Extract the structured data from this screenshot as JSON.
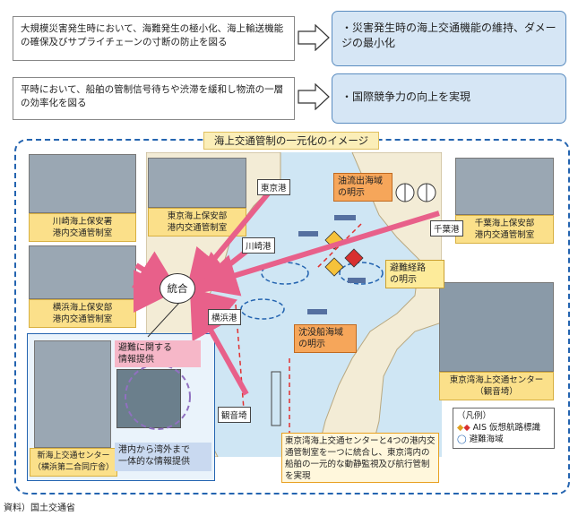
{
  "top": {
    "row1_left": "大規模災害発生時において、海難発生の極小化、海上輸送機能の確保及びサプライチェーンの寸断の防止を図る",
    "row1_right": "・災害発生時の海上交通機能の維持、ダメージの最小化",
    "row2_left": "平時において、船舶の管制信号待ちや渋滞を緩和し物流の一層の効率化を図る",
    "row2_right": "・国際競争力の向上を実現"
  },
  "panel_title": "海上交通管制の一元化のイメージ",
  "photos": {
    "kawasaki": "川崎海上保安署\n港内交通管制室",
    "yokohama": "横浜海上保安部\n港内交通管制室",
    "tokyo": "東京海上保安部\n港内交通管制室",
    "chiba": "千葉海上保安部\n港内交通管制室",
    "center": "東京湾海上交通センター\n（観音埼）",
    "shin": "新海上交通センター\n（横浜第二合同庁舎）"
  },
  "map_labels": {
    "tokyo_port": "東京港",
    "kawasaki_port": "川崎港",
    "yokohama_port": "横浜港",
    "chiba_port": "千葉港",
    "kannonzaki": "観音埼",
    "togo": "統合"
  },
  "notes": {
    "oil": "油流出海域\nの明示",
    "evac_route": "避難経路\nの明示",
    "sunk": "沈没船海域\nの明示",
    "evac_info": "避難に関する\n情報提供",
    "unified_info": "港内から湾外まで\n一体的な情報提供"
  },
  "legend": {
    "title": "（凡例）",
    "ais": "AIS 仮想航路標識",
    "evac_area": "避難海域"
  },
  "bottom_note": "東京湾海上交通センターと4つの港内交通管制室を一つに統合し、東京湾内の船舶の一元的な動静監視及び航行管制を実現",
  "source": "資料）国土交通省",
  "colors": {
    "arrow": "#e8608a",
    "accent_blue": "#2464b0",
    "caption_yellow": "#fbe08a"
  }
}
